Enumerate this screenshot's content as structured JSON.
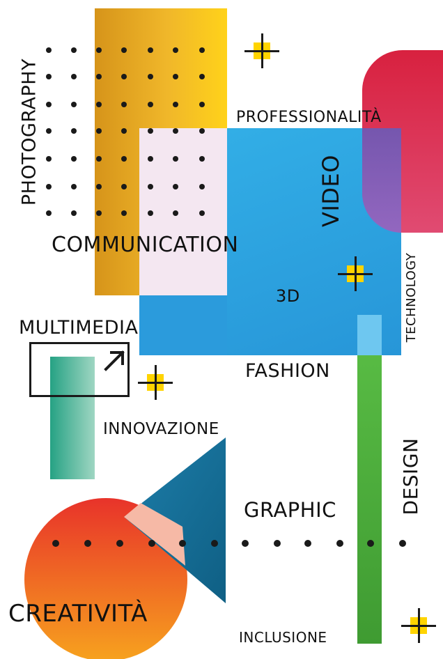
{
  "words": {
    "photography": "PHOTOGRAPHY",
    "professionalita": "PROFESSIONALITÀ",
    "video": "VIDEO",
    "communication": "COMMUNICATION",
    "technology": "TECHNOLOGY",
    "three_d": "3D",
    "multimedia": "MULTIMEDIA",
    "fashion": "FASHION",
    "innovazione": "INNOVAZIONE",
    "design": "DESIGN",
    "graphic": "GRAPHIC",
    "creativita": "CREATIVITÀ",
    "inclusione": "INCLUSIONE"
  },
  "colors": {
    "gold": "#e8a820",
    "yellow": "#ffd400",
    "blue": "#2fa4e0",
    "pink_panel": "#f3e6f0",
    "red": "#d8254a",
    "green": "#4aa83a",
    "teal": "#2fa88a",
    "navy": "#1f6f98",
    "orange": "#f28c1e",
    "ink": "#111111"
  },
  "icons": {
    "plus": "plus-marker-icon",
    "arrow": "arrow-up-right-icon"
  }
}
